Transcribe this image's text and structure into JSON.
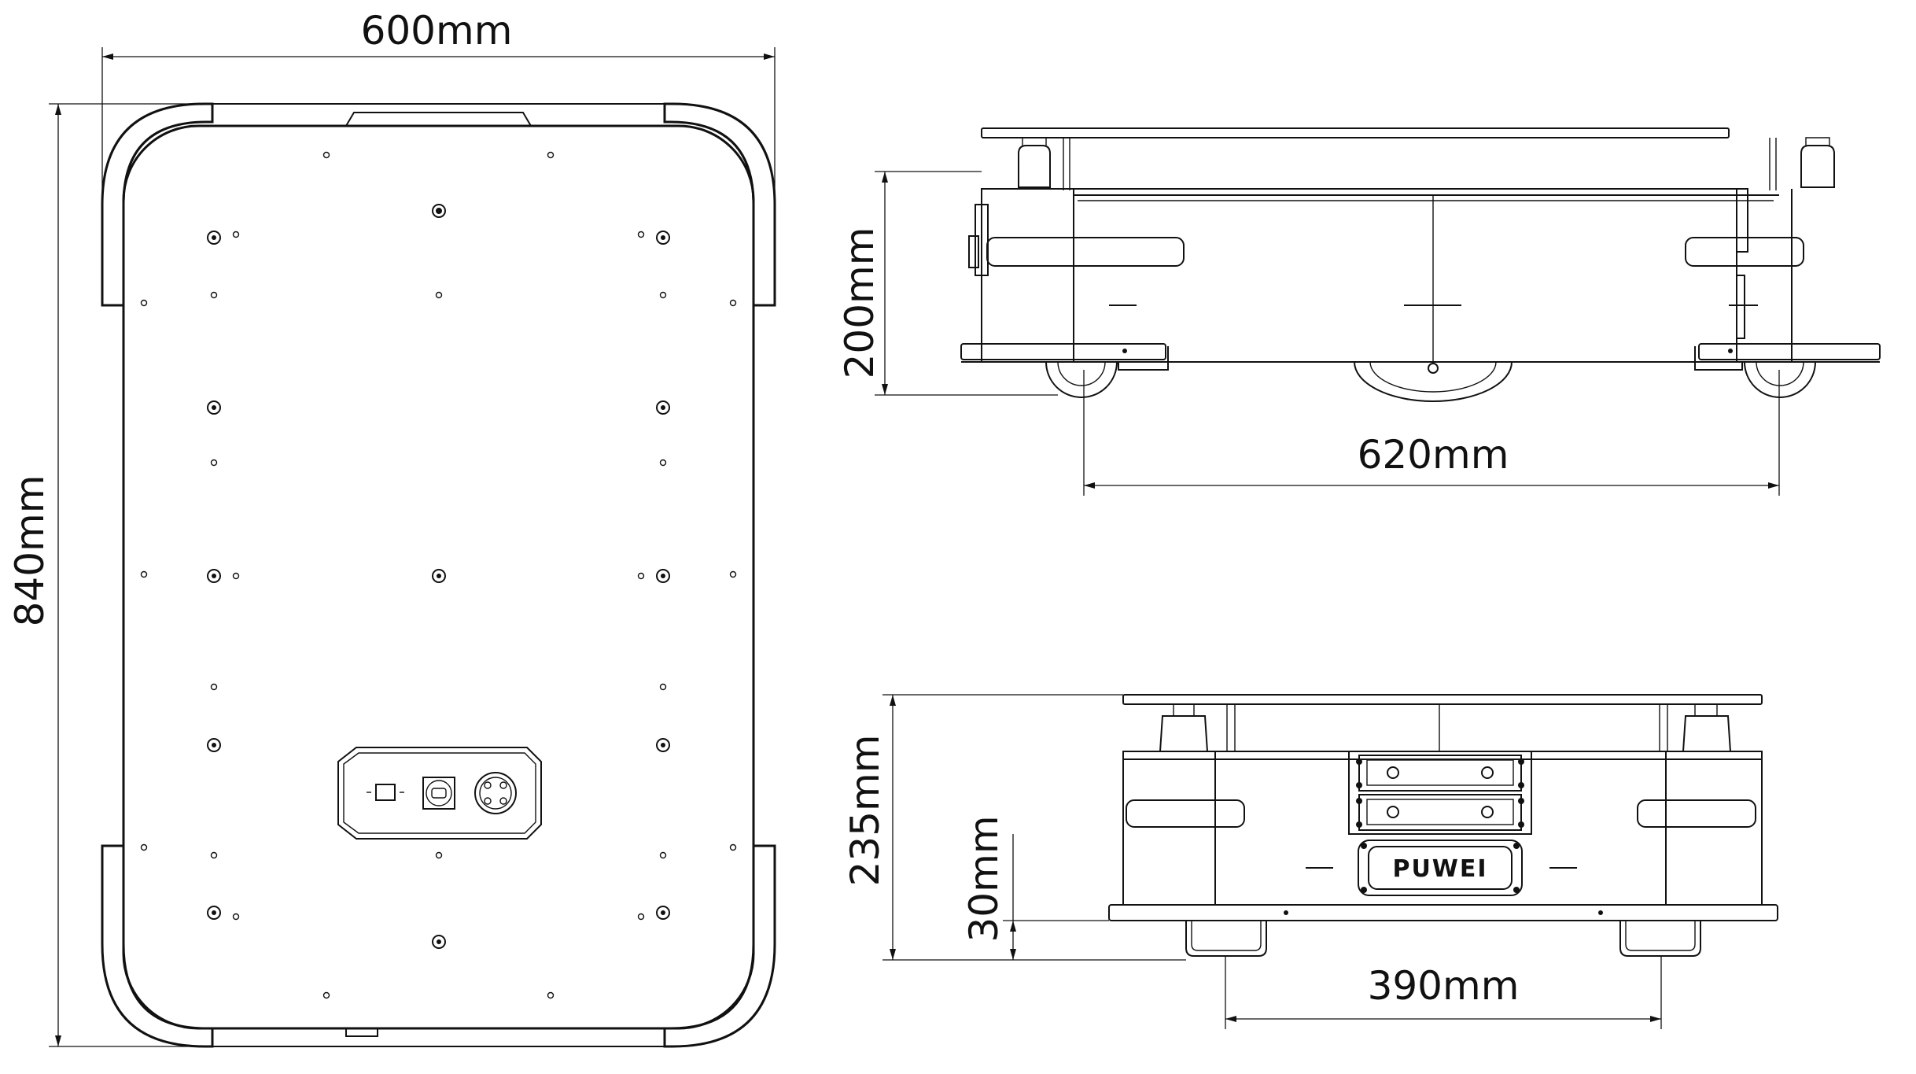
{
  "dimensions": {
    "width": "600mm",
    "length": "840mm",
    "height": "200mm",
    "wheelbase": "620mm",
    "total_height": "235mm",
    "clearance": "30mm",
    "track": "390mm"
  },
  "brand": {
    "logo_text": "PUWEI"
  },
  "views": [
    "top-view",
    "side-view",
    "front-view"
  ]
}
